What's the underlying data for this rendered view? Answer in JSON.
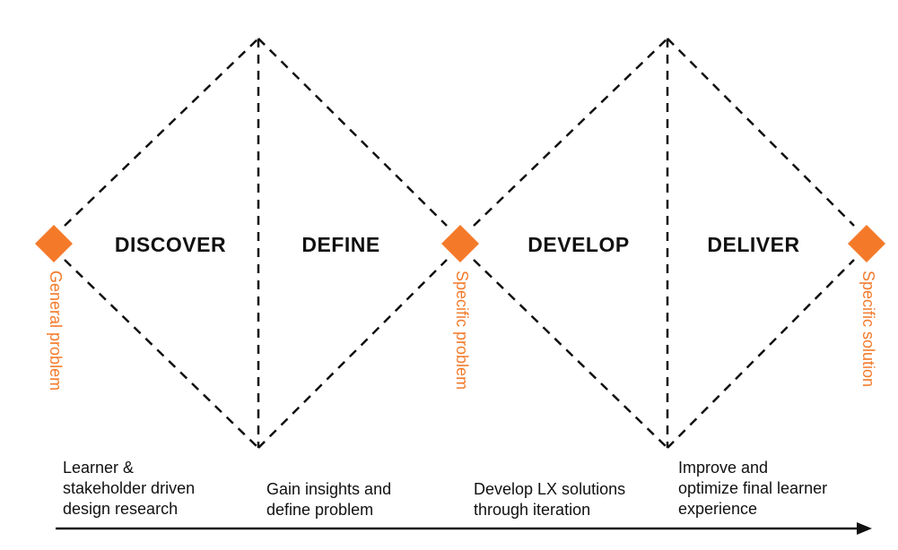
{
  "colors": {
    "accent": "#F47A2A",
    "line": "#111111"
  },
  "phases": [
    "DISCOVER",
    "DEFINE",
    "DEVELOP",
    "DELIVER"
  ],
  "markers": [
    "General problem",
    "Specific problem",
    "Specific solution"
  ],
  "descriptions": [
    "Learner &\nstakeholder driven\ndesign research",
    "Gain insights and\ndefine problem",
    "Develop LX solutions\nthrough iteration",
    "Improve and\noptimize final learner\nexperience"
  ]
}
